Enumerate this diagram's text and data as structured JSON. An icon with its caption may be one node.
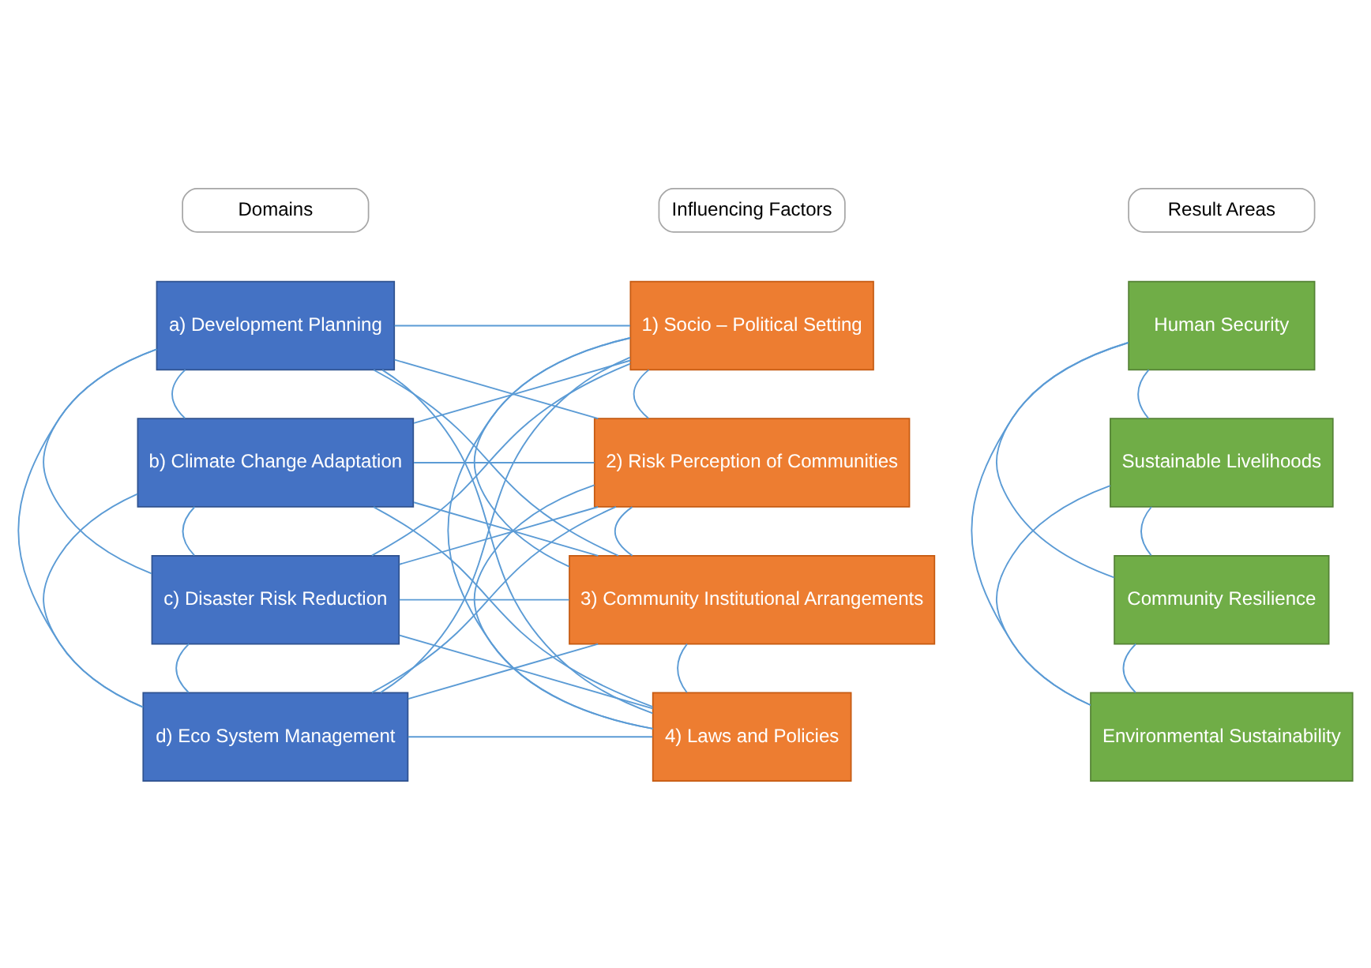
{
  "diagram": {
    "nodes": [
      {
        "text": [
          "Domains"
        ]
      },
      {
        "text": [
          "Influencing Factors"
        ]
      },
      {
        "text": [
          "Result Areas"
        ]
      },
      {
        "text": [
          "a) Development Planning"
        ]
      },
      {
        "text": [
          "b) Climate Change Adaptation"
        ]
      },
      {
        "text": [
          "c) Disaster Risk Reduction"
        ]
      },
      {
        "text": [
          "d) Eco System Management"
        ]
      },
      {
        "text": [
          "1) Socio – Political Setting"
        ]
      },
      {
        "text": [
          "2) Risk Perception of Communities"
        ]
      },
      {
        "text": [
          "3) Community Institutional Arrangements"
        ]
      },
      {
        "text": [
          "4) Laws and Policies"
        ]
      },
      {
        "text": [
          "Human Security"
        ]
      },
      {
        "text": [
          "Sustainable Livelihoods"
        ]
      },
      {
        "text": [
          "Community Resilience"
        ]
      },
      {
        "text": [
          "Environmental Sustainability"
        ]
      }
    ],
    "edges": [
      {
        "from": 3,
        "to": 7,
        "arrow": "none"
      },
      {
        "from": 3,
        "to": 8,
        "arrow": "none"
      },
      {
        "from": 3,
        "to": 9,
        "arrow": "none"
      },
      {
        "from": 3,
        "to": 10,
        "arrow": "none"
      },
      {
        "from": 4,
        "to": 7,
        "arrow": "none"
      },
      {
        "from": 4,
        "to": 8,
        "arrow": "none"
      },
      {
        "from": 4,
        "to": 9,
        "arrow": "none"
      },
      {
        "from": 4,
        "to": 10,
        "arrow": "none"
      },
      {
        "from": 5,
        "to": 7,
        "arrow": "none"
      },
      {
        "from": 5,
        "to": 8,
        "arrow": "none"
      },
      {
        "from": 5,
        "to": 9,
        "arrow": "none"
      },
      {
        "from": 5,
        "to": 10,
        "arrow": "none"
      },
      {
        "from": 6,
        "to": 7,
        "arrow": "none"
      },
      {
        "from": 6,
        "to": 8,
        "arrow": "none"
      },
      {
        "from": 6,
        "to": 9,
        "arrow": "none"
      },
      {
        "from": 6,
        "to": 10,
        "arrow": "none"
      },
      {
        "from": 3,
        "to": 4,
        "arrow": "none"
      },
      {
        "from": 3,
        "to": 5,
        "arrow": "none"
      },
      {
        "from": 3,
        "to": 6,
        "arrow": "none"
      },
      {
        "from": 4,
        "to": 5,
        "arrow": "none"
      },
      {
        "from": 4,
        "to": 6,
        "arrow": "none"
      },
      {
        "from": 5,
        "to": 6,
        "arrow": "none"
      },
      {
        "from": 7,
        "to": 8,
        "arrow": "none"
      },
      {
        "from": 7,
        "to": 9,
        "arrow": "none"
      },
      {
        "from": 7,
        "to": 10,
        "arrow": "none"
      },
      {
        "from": 8,
        "to": 9,
        "arrow": "none"
      },
      {
        "from": 8,
        "to": 10,
        "arrow": "none"
      },
      {
        "from": 9,
        "to": 10,
        "arrow": "none"
      },
      {
        "from": 11,
        "to": 12,
        "arrow": "none"
      },
      {
        "from": 11,
        "to": 13,
        "arrow": "none"
      },
      {
        "from": 11,
        "to": 14,
        "arrow": "none"
      },
      {
        "from": 12,
        "to": 13,
        "arrow": "none"
      },
      {
        "from": 12,
        "to": 14,
        "arrow": "none"
      },
      {
        "from": 13,
        "to": 14,
        "arrow": "none"
      }
    ]
  }
}
